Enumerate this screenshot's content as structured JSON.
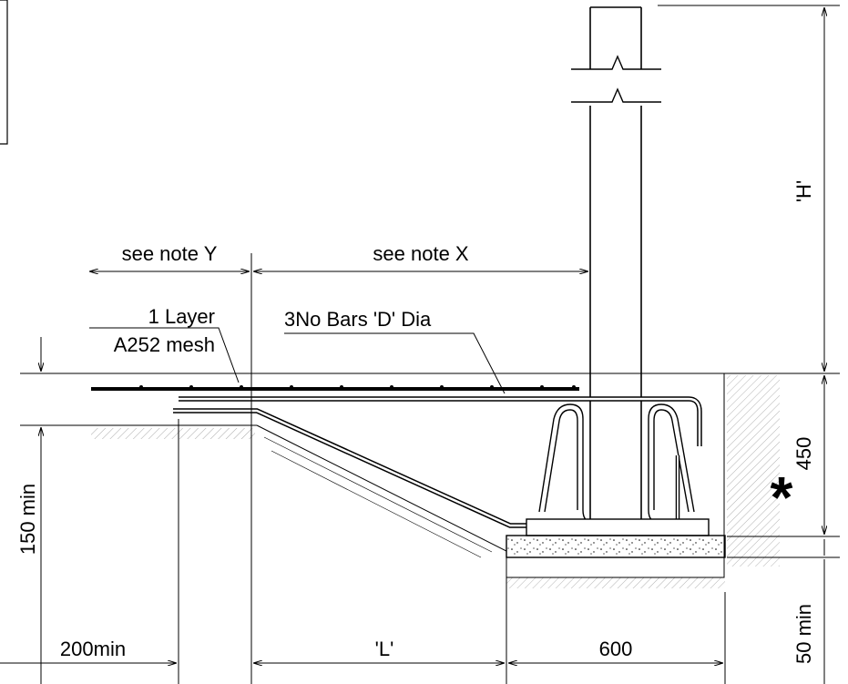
{
  "labels": {
    "note_y": "see note Y",
    "note_x": "see note X",
    "mesh_line1": "1 Layer",
    "mesh_line2": "A252 mesh",
    "bars": "3No Bars 'D' Dia",
    "height": "'H'",
    "depth": "450",
    "asterisk": "*",
    "slab_min": "150 min",
    "base_min": "50 min",
    "edge_min": "200min",
    "length": "'L'",
    "width": "600"
  },
  "colors": {
    "line": "#000000",
    "background": "#ffffff"
  }
}
